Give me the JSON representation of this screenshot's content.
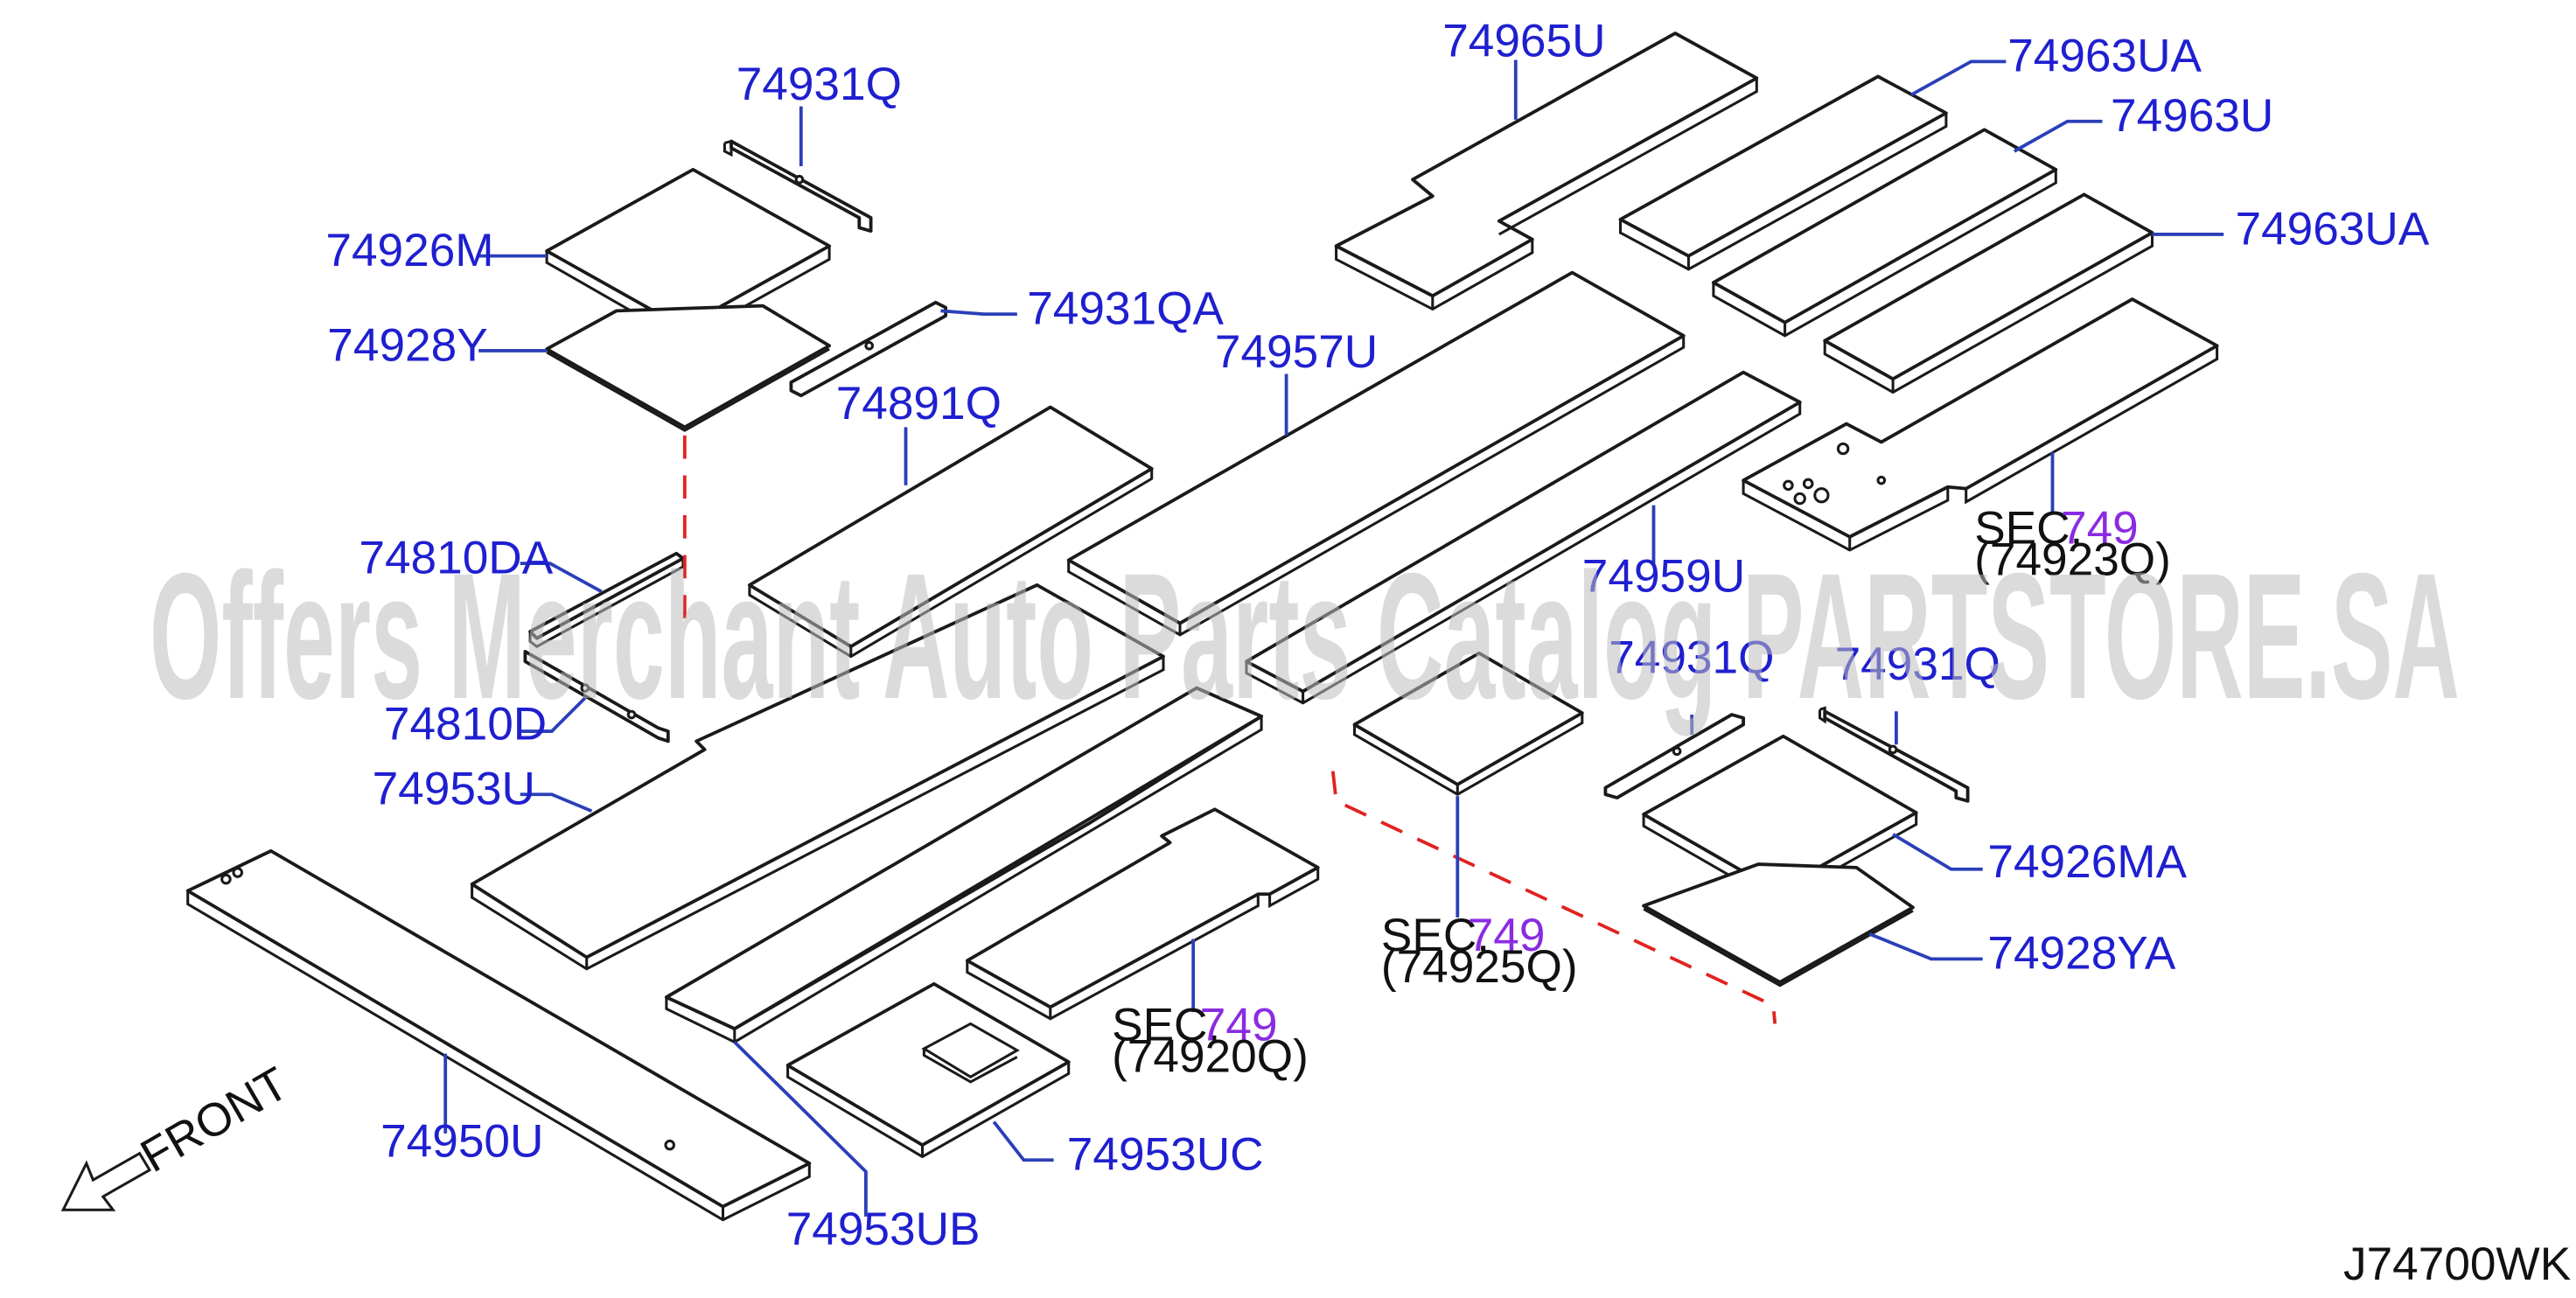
{
  "diagram": {
    "parts": {
      "p74965U": "74965U",
      "p74963UA_top": "74963UA",
      "p74963U": "74963U",
      "p74963UA_mid": "74963UA",
      "p74931Q": "74931Q",
      "p74926M": "74926M",
      "p74931QA": "74931QA",
      "p74928Y": "74928Y",
      "p74957U": "74957U",
      "p74891Q": "74891Q",
      "p74810DA": "74810DA",
      "p74810D": "74810D",
      "p74953U": "74953U",
      "p74959U": "74959U",
      "p74926MA": "74926MA",
      "p74928YA": "74928YA",
      "p74950U": "74950U",
      "p74953UB": "74953UB",
      "p74953UC": "74953UC"
    },
    "sections": {
      "s74923": {
        "sec": "SEC.",
        "num": "749",
        "ref": "(74923Q)"
      },
      "s74925": {
        "sec": "SEC.",
        "num": "749",
        "ref": "(74925Q)"
      },
      "s74920": {
        "sec": "SEC.",
        "num": "749",
        "ref": "(74920Q)"
      }
    },
    "obscured": {
      "o1": "74931Q",
      "o2": "74931Q"
    },
    "front": "FRONT",
    "code": "J74700WK",
    "watermark": "Offers Merchant Auto Parts Catalog PARTSTORE.SA",
    "colors": {
      "label": "#1f1fd0",
      "section": "#8a2be2",
      "leader": "#2a3fb8",
      "dashed": "#e0231f"
    }
  }
}
